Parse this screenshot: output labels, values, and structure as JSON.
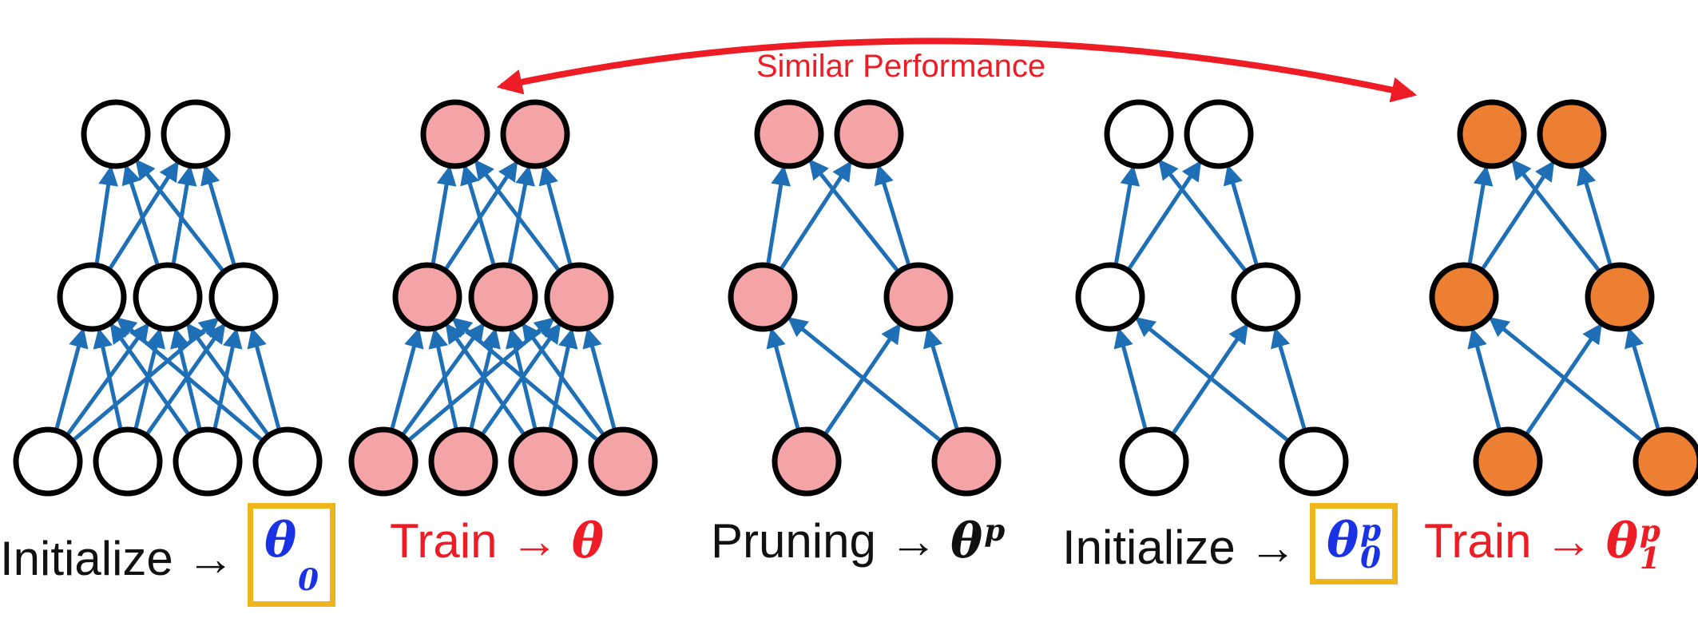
{
  "annotation": {
    "text": "Similar Performance",
    "color": "#ee1c24"
  },
  "colors": {
    "edge": "#1f6fb6",
    "node_stroke": "#000000",
    "white_fill": "#ffffff",
    "trained_fill": "#f4a3a6",
    "retrained_fill": "#ed7f32",
    "highlight_box": "#f0b51a",
    "label_red": "#ee1c24",
    "label_black": "#111111",
    "label_blue": "#1a32e6"
  },
  "steps": [
    {
      "text": "Initialize → ",
      "symbol": "θ",
      "sub": "0",
      "sup": "",
      "fill": "white",
      "dense": true,
      "boxed": true,
      "text_color": "black",
      "symbol_color": "blue"
    },
    {
      "text": "Train → ",
      "symbol": "θ",
      "sub": "",
      "sup": "",
      "fill": "trained",
      "dense": true,
      "boxed": false,
      "text_color": "red",
      "symbol_color": "red"
    },
    {
      "text": "Pruning → ",
      "symbol": "θ",
      "sub": "",
      "sup": "p",
      "fill": "trained",
      "dense": false,
      "boxed": false,
      "text_color": "black",
      "symbol_color": "black"
    },
    {
      "text": "Initialize → ",
      "symbol": "θ",
      "sub": "0",
      "sup": "p",
      "fill": "white",
      "dense": false,
      "boxed": true,
      "text_color": "black",
      "symbol_color": "blue"
    },
    {
      "text": "Train → ",
      "symbol": "θ",
      "sub": "1",
      "sup": "p",
      "fill": "retrained",
      "dense": false,
      "boxed": false,
      "text_color": "red",
      "symbol_color": "red"
    }
  ]
}
